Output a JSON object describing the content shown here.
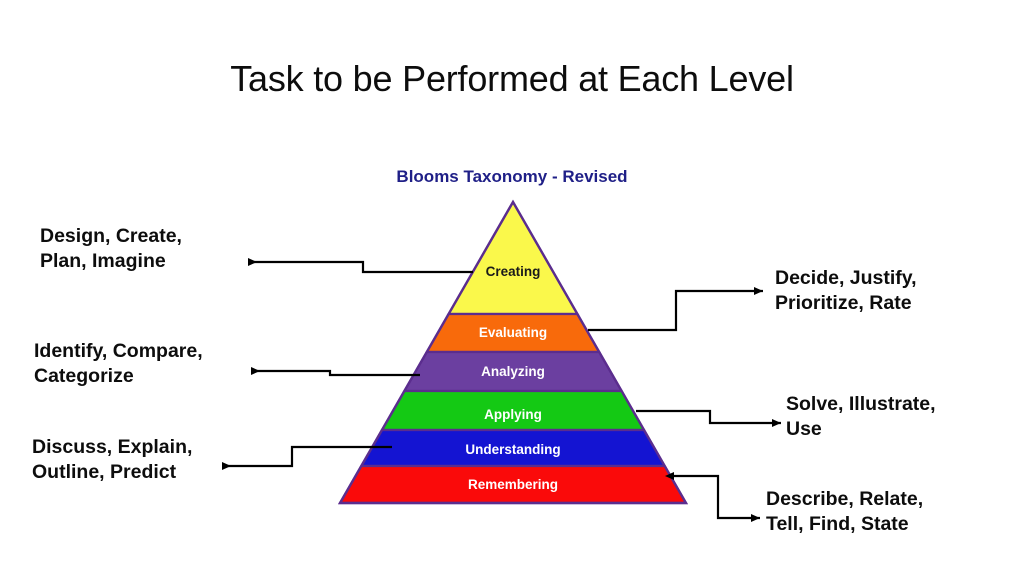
{
  "slide": {
    "title": "Task to be Performed at Each Level",
    "background_color": "#ffffff",
    "title_color": "#0d0d0d"
  },
  "diagram": {
    "heading": "Blooms Taxonomy - Revised",
    "heading_color": "#1f1f87",
    "outline_color": "#5b2d8e",
    "levels": [
      {
        "name": "Creating",
        "fill": "#faf84b",
        "text_color": "#1a1a1a",
        "rank": 6
      },
      {
        "name": "Evaluating",
        "fill": "#f86a0b",
        "text_color": "#ffffff",
        "rank": 5
      },
      {
        "name": "Analyzing",
        "fill": "#6b3fa0",
        "text_color": "#ffffff",
        "rank": 4
      },
      {
        "name": "Applying",
        "fill": "#14c914",
        "text_color": "#ffffff",
        "rank": 3
      },
      {
        "name": "Understanding",
        "fill": "#1414d2",
        "text_color": "#ffffff",
        "rank": 2
      },
      {
        "name": "Remembering",
        "fill": "#fa0a0a",
        "text_color": "#ffffff",
        "rank": 1
      }
    ]
  },
  "annotations": {
    "creating": {
      "text": "Design, Create,\nPlan, Imagine",
      "side": "left",
      "level": "Creating"
    },
    "evaluating": {
      "text": "Decide, Justify,\nPrioritize, Rate",
      "side": "right",
      "level": "Evaluating"
    },
    "analyzing": {
      "text": "Identify, Compare,\nCategorize",
      "side": "left",
      "level": "Analyzing"
    },
    "applying": {
      "text": "Solve, Illustrate,\nUse",
      "side": "right",
      "level": "Applying"
    },
    "understanding": {
      "text": "Discuss, Explain,\nOutline, Predict",
      "side": "left",
      "level": "Understanding"
    },
    "remembering": {
      "text": "Describe, Relate,\nTell, Find, State",
      "side": "right",
      "level": "Remembering"
    }
  },
  "connector_color": "#000000"
}
